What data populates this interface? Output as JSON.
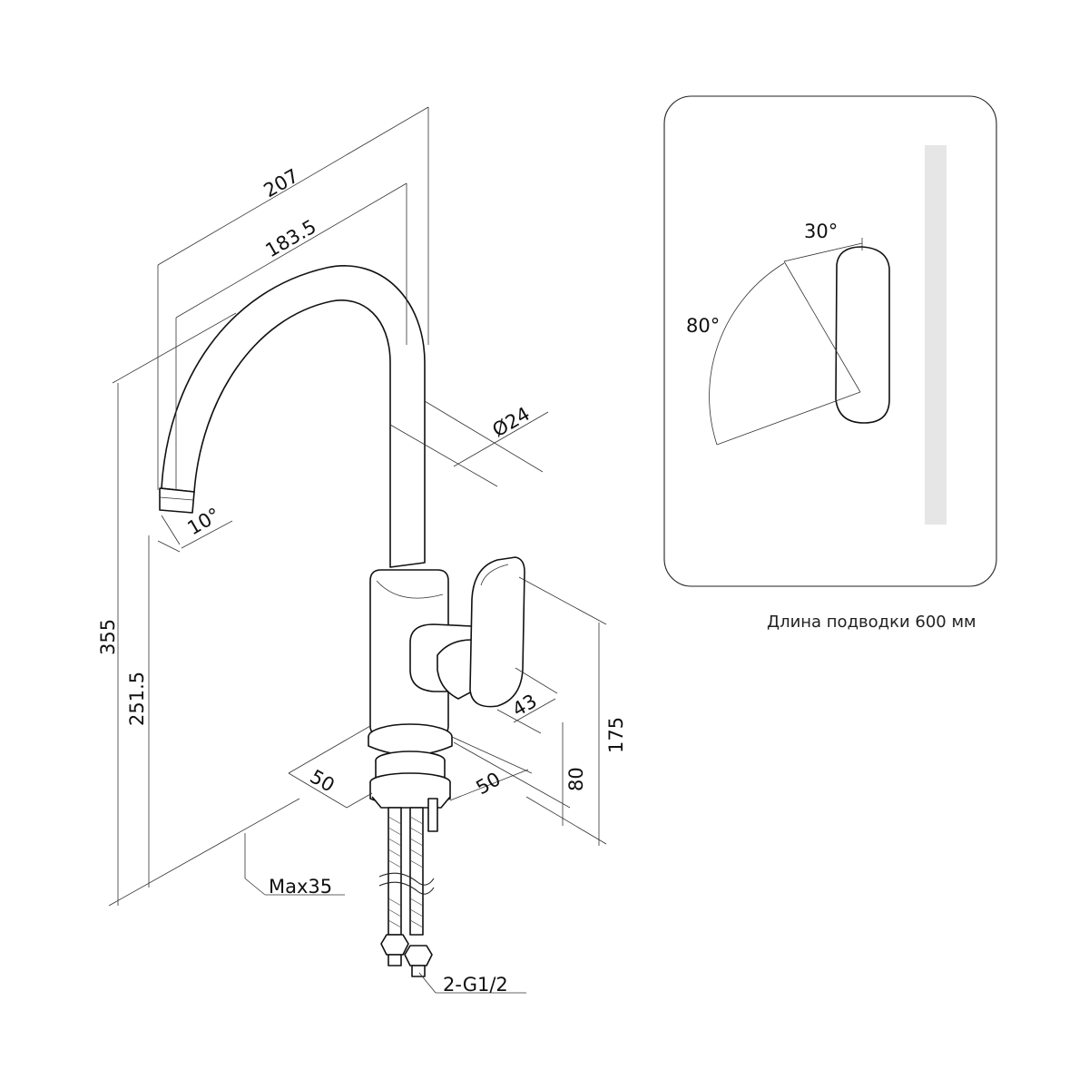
{
  "dimensions": {
    "overall_reach": "207",
    "spout_reach": "183.5",
    "diameter": "Ø24",
    "spout_angle": "10°",
    "overall_height": "355",
    "spout_height": "251.5",
    "body_height": "175",
    "handle_depth": "43",
    "base_height": "80",
    "base_width_left": "50",
    "base_width_right": "50",
    "max_deck": "Max35",
    "connection": "2-G1/2"
  },
  "inset": {
    "angle_top": "30°",
    "angle_side": "80°",
    "caption": "Длина подводки 600 мм"
  }
}
